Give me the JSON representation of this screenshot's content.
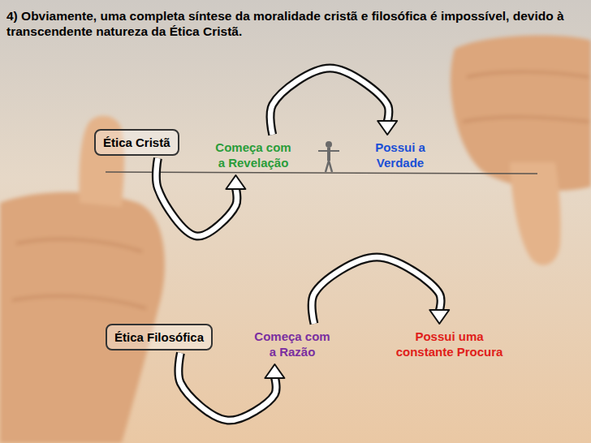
{
  "diagram": {
    "title": "4) Obviamente, uma completa síntese da moralidade cristã e filosófica é impossível, devido à transcendente natureza da Ética Cristã.",
    "nodes": [
      {
        "text": [
          "Ética Cristã"
        ]
      },
      {
        "text": [
          "Começa com a Revelação"
        ]
      },
      {
        "text": [
          "Possui a Verdade"
        ]
      },
      {
        "text": [
          "Ética Filosófica"
        ]
      },
      {
        "text": [
          "Começa com a Razão"
        ]
      },
      {
        "text": [
          "Possui uma constante Procura"
        ]
      }
    ],
    "edges": [
      {
        "from": 0,
        "to": 1,
        "arrow": "to"
      },
      {
        "from": 1,
        "to": 2,
        "arrow": "to"
      },
      {
        "from": 3,
        "to": 4,
        "arrow": "to"
      },
      {
        "from": 4,
        "to": 5,
        "arrow": "to"
      }
    ]
  }
}
